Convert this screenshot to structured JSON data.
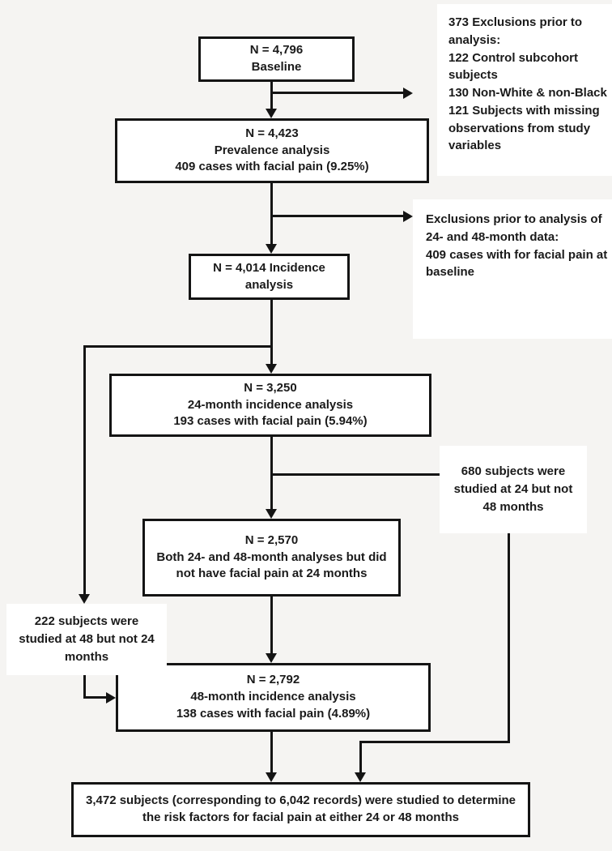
{
  "title": "Study flow diagram of facial pain analysis cohort",
  "colors": {
    "background": "#f5f4f2",
    "box_background": "#ffffff",
    "line_and_border": "#141414",
    "text": "#1a1a1a"
  },
  "boxes": {
    "baseline": {
      "text": "N = 4,796\nBaseline"
    },
    "prevalence": {
      "text": "N = 4,423\nPrevalence analysis\n409 cases with facial pain (9.25%)"
    },
    "incidence": {
      "text": "N = 4,014 Incidence\nanalysis"
    },
    "incidence_24": {
      "text": "N = 3,250\n24-month incidence analysis\n193 cases with facial pain (5.94%)"
    },
    "both_24_48": {
      "text": "N = 2,570\nBoth 24- and 48-month analyses but did\nnot have facial pain at 24 months"
    },
    "incidence_48": {
      "text": "N = 2,792\n48-month incidence analysis\n138 cases with facial pain (4.89%)"
    },
    "final": {
      "text": "3,472 subjects (corresponding to 6,042 records) were studied to determine\nthe risk factors for facial pain at either 24 or 48 months"
    }
  },
  "notes": {
    "exclusions_baseline": {
      "text": "373 Exclusions prior to\nanalysis:\n122 Control subcohort\nsubjects\n130 Non-White & non-Black\n121 Subjects with missing\nobservations from study\nvariables"
    },
    "exclusions_followup": {
      "text": "Exclusions prior to analysis of\n24- and 48-month data:\n409 cases with for facial pain at\nbaseline"
    },
    "subjects_680": {
      "text": "680 subjects were\nstudied at 24 but not\n48 months"
    },
    "subjects_222": {
      "text": "222 subjects were\nstudied at 48 but not 24\nmonths"
    }
  }
}
